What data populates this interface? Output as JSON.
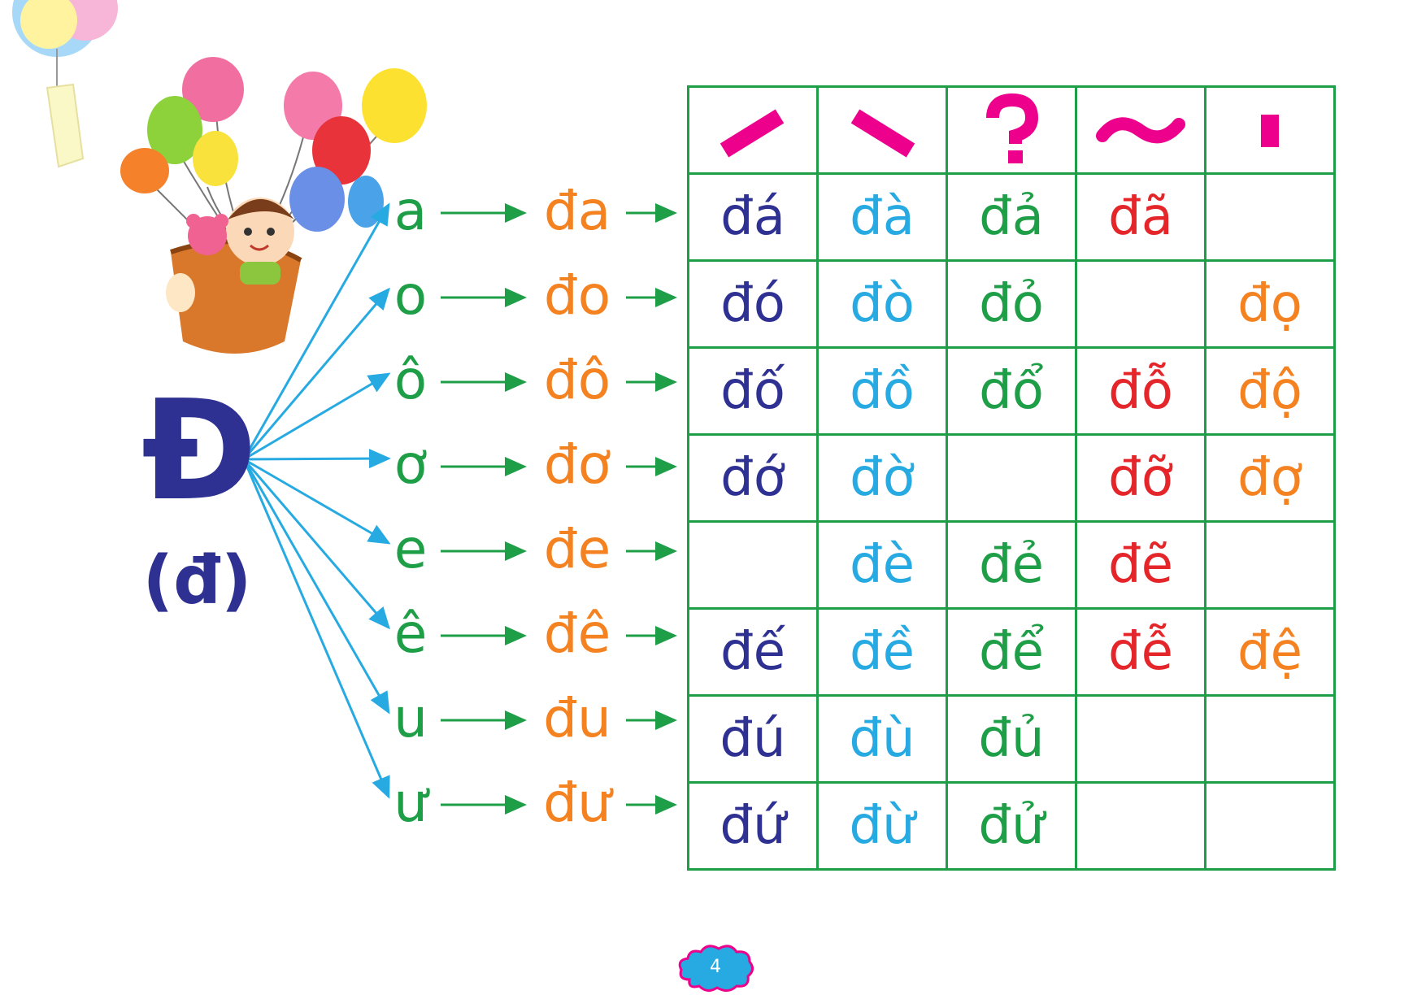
{
  "main_letter": {
    "upper": "Đ",
    "lower": "(đ)"
  },
  "rows": [
    {
      "vowel": "a",
      "syllable": "đa"
    },
    {
      "vowel": "o",
      "syllable": "đo"
    },
    {
      "vowel": "ô",
      "syllable": "đô"
    },
    {
      "vowel": "ơ",
      "syllable": "đơ"
    },
    {
      "vowel": "e",
      "syllable": "đe"
    },
    {
      "vowel": "ê",
      "syllable": "đê"
    },
    {
      "vowel": "u",
      "syllable": "đu"
    },
    {
      "vowel": "ư",
      "syllable": "đư"
    }
  ],
  "tone_headers": [
    "sac-mark",
    "huyen-mark",
    "hoi-mark",
    "nga-mark",
    "nang-mark"
  ],
  "grid": [
    [
      "đá",
      "đà",
      "đả",
      "đã",
      ""
    ],
    [
      "đó",
      "đò",
      "đỏ",
      "",
      "đọ"
    ],
    [
      "đố",
      "đồ",
      "đổ",
      "đỗ",
      "độ"
    ],
    [
      "đớ",
      "đờ",
      "",
      "đỡ",
      "đợ"
    ],
    [
      "",
      "đè",
      "đẻ",
      "đẽ",
      ""
    ],
    [
      "đế",
      "đề",
      "để",
      "đễ",
      "đệ"
    ],
    [
      "đú",
      "đù",
      "đủ",
      "",
      ""
    ],
    [
      "đứ",
      "đừ",
      "đử",
      "",
      ""
    ]
  ],
  "page_number": "4",
  "colors": {
    "letter": "#2e3192",
    "vowel": "#1e9f47",
    "syllable": "#f58220",
    "grid_border": "#1e9f47",
    "tone_mark": "#ec008c",
    "col_sac": "#2e3192",
    "col_huyen": "#27aae1",
    "col_hoi": "#1e9f47",
    "col_nga": "#e42529",
    "col_nang": "#f58220",
    "arrow_blue": "#27aae1",
    "arrow_green": "#1e9f47"
  }
}
